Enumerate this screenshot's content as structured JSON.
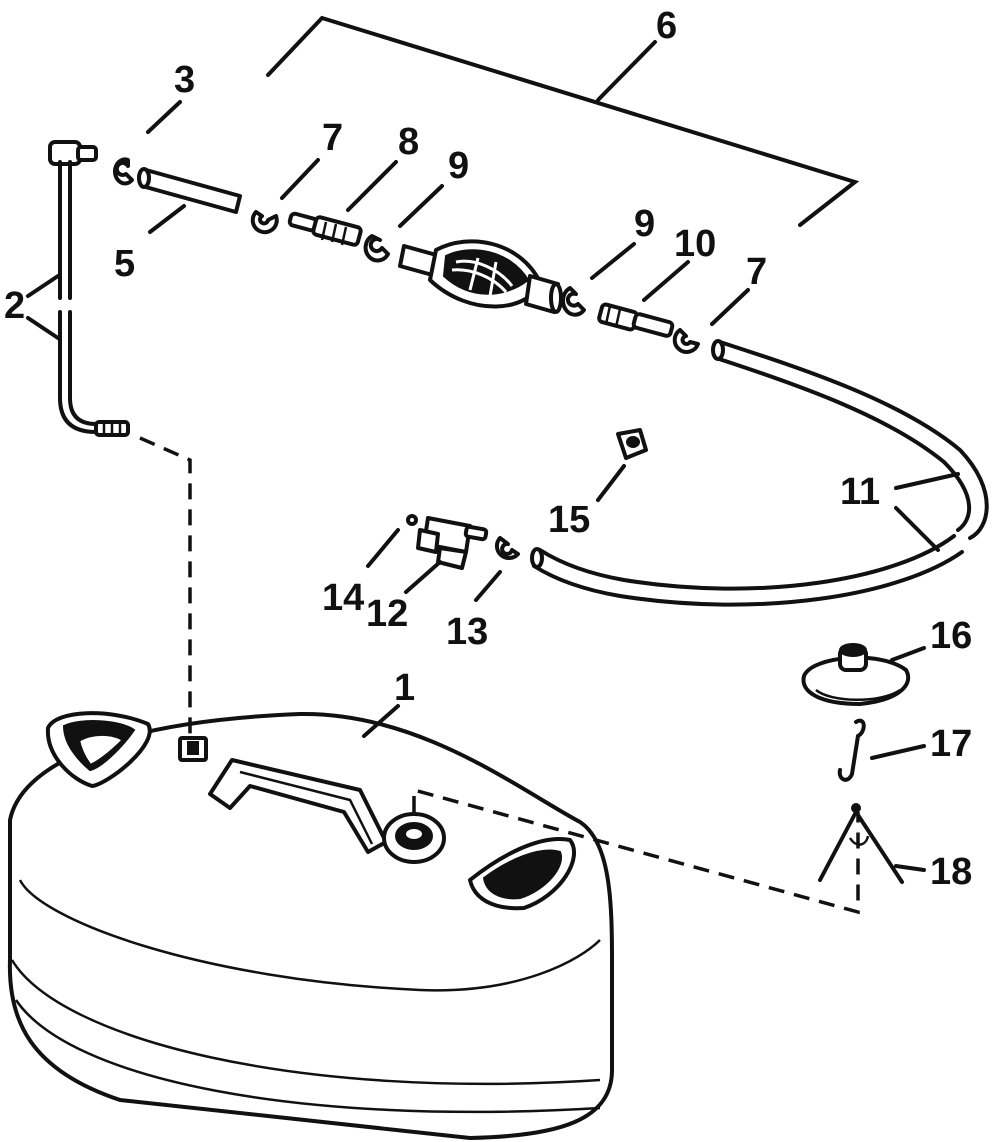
{
  "callouts": {
    "c1": "1",
    "c2": "2",
    "c3": "3",
    "c5": "5",
    "c6": "6",
    "c7a": "7",
    "c7b": "7",
    "c8": "8",
    "c9a": "9",
    "c9b": "9",
    "c10": "10",
    "c11": "11",
    "c12": "12",
    "c13": "13",
    "c14": "14",
    "c15": "15",
    "c16": "16",
    "c17": "17",
    "c18": "18"
  },
  "colors": {
    "ink": "#111111",
    "paper": "#ffffff"
  }
}
